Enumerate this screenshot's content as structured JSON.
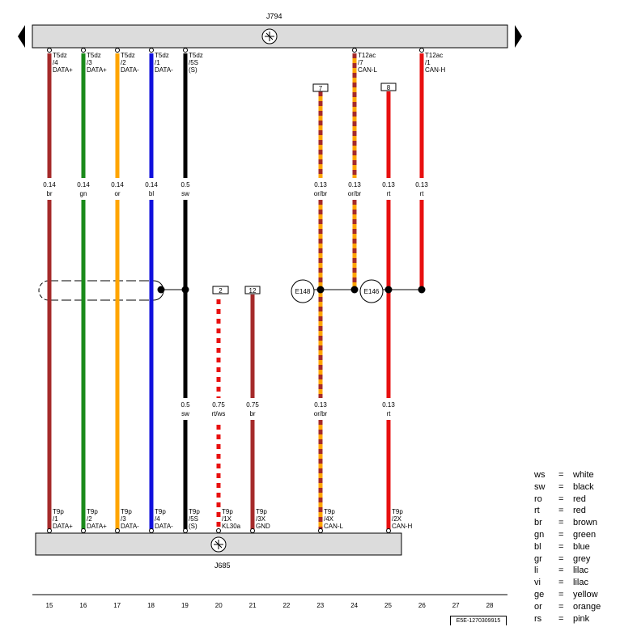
{
  "components": {
    "top": {
      "label": "J794"
    },
    "bottom": {
      "label": "J685"
    }
  },
  "wires": [
    {
      "id": "15",
      "color": [
        "#a52a2a"
      ],
      "top_pin": [
        "T5dz",
        "/4",
        "DATA+"
      ],
      "mid_label": [
        "0.14",
        "br"
      ],
      "bot_label": [],
      "bot_pin": [
        "T9p",
        "/1",
        "DATA+"
      ]
    },
    {
      "id": "16",
      "color": [
        "#1a8a1a"
      ],
      "top_pin": [
        "T5dz",
        "/3",
        "DATA+"
      ],
      "mid_label": [
        "0.14",
        "gn"
      ],
      "bot_label": [],
      "bot_pin": [
        "T9p",
        "/2",
        "DATA+"
      ]
    },
    {
      "id": "17",
      "color": [
        "#ffa500"
      ],
      "top_pin": [
        "T5dz",
        "/2",
        "DATA-"
      ],
      "mid_label": [
        "0.14",
        "or"
      ],
      "bot_label": [],
      "bot_pin": [
        "T9p",
        "/3",
        "DATA-"
      ]
    },
    {
      "id": "18",
      "color": [
        "#1010dd"
      ],
      "top_pin": [
        "T5dz",
        "/1",
        "DATA-"
      ],
      "mid_label": [
        "0.14",
        "bl"
      ],
      "bot_label": [],
      "bot_pin": [
        "T9p",
        "/4",
        "DATA-"
      ]
    },
    {
      "id": "19",
      "color": [
        "#000000"
      ],
      "top_pin": [
        "T5dz",
        "/5S",
        "(S)"
      ],
      "mid_label": [
        "0.5",
        "sw"
      ],
      "bot_label": [
        "0.5",
        "sw"
      ],
      "bot_pin": [
        "T9p",
        "/5S",
        "(S)"
      ]
    },
    {
      "id": "20",
      "color": [
        "#e81010",
        "#ffffff"
      ],
      "top_box": "2",
      "mid_label": [],
      "bot_label": [
        "0.75",
        "rt/ws"
      ],
      "bot_pin": [
        "T9p",
        "/1X",
        "KL30a"
      ]
    },
    {
      "id": "21",
      "color": [
        "#a52a2a"
      ],
      "top_box": "12",
      "mid_label": [],
      "bot_label": [
        "0.75",
        "br"
      ],
      "bot_pin": [
        "T9p",
        "/3X",
        "GND"
      ]
    },
    {
      "id": "23",
      "color": [
        "#ffa500",
        "#a52a2a"
      ],
      "top_box": "7",
      "mid_label": [
        "0.13",
        "or/br"
      ],
      "bot_label": [
        "0.13",
        "or/br"
      ],
      "bot_pin": [
        "T9p",
        "/4X",
        "CAN-L"
      ]
    },
    {
      "id": "24",
      "color": [
        "#ffa500",
        "#a52a2a"
      ],
      "top_pin": [
        "T12ac",
        "/7",
        "CAN-L"
      ],
      "mid_label": [
        "0.13",
        "or/br"
      ],
      "bot_label": []
    },
    {
      "id": "25",
      "color": [
        "#e81010"
      ],
      "top_box": "8",
      "mid_label": [
        "0.13",
        "rt"
      ],
      "bot_label": [
        "0.13",
        "rt"
      ],
      "bot_pin": [
        "T9p",
        "/2X",
        "CAN-H"
      ]
    },
    {
      "id": "26",
      "color": [
        "#e81010"
      ],
      "top_pin": [
        "T12ac",
        "/1",
        "CAN-H"
      ],
      "mid_label": [
        "0.13",
        "rt"
      ],
      "bot_label": []
    }
  ],
  "splices": [
    {
      "label": "E148"
    },
    {
      "label": "E146"
    }
  ],
  "legend": [
    {
      "abbr": "ws",
      "eq": "=",
      "name": "white"
    },
    {
      "abbr": "sw",
      "eq": "=",
      "name": "black"
    },
    {
      "abbr": "ro",
      "eq": "=",
      "name": "red"
    },
    {
      "abbr": "rt",
      "eq": "=",
      "name": "red"
    },
    {
      "abbr": "br",
      "eq": "=",
      "name": "brown"
    },
    {
      "abbr": "gn",
      "eq": "=",
      "name": "green"
    },
    {
      "abbr": "bl",
      "eq": "=",
      "name": "blue"
    },
    {
      "abbr": "gr",
      "eq": "=",
      "name": "grey"
    },
    {
      "abbr": "li",
      "eq": "=",
      "name": "lilac"
    },
    {
      "abbr": "vi",
      "eq": "=",
      "name": "lilac"
    },
    {
      "abbr": "ge",
      "eq": "=",
      "name": "yellow"
    },
    {
      "abbr": "or",
      "eq": "=",
      "name": "orange"
    },
    {
      "abbr": "rs",
      "eq": "=",
      "name": "pink"
    }
  ],
  "ruler": [
    "15",
    "16",
    "17",
    "18",
    "19",
    "20",
    "21",
    "22",
    "23",
    "24",
    "25",
    "26",
    "27",
    "28"
  ],
  "image_code": "E5E-1270309915"
}
